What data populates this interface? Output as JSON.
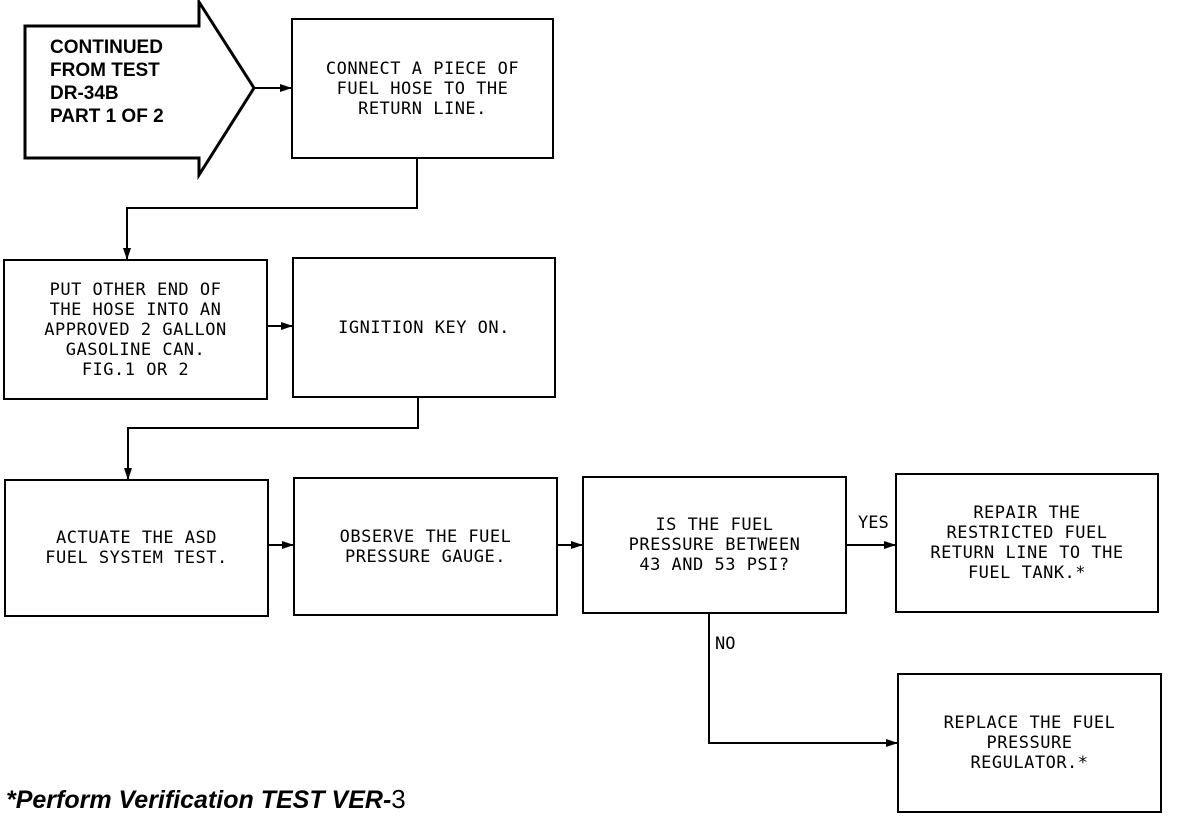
{
  "entry": {
    "text": "CONTINUED\nFROM TEST\nDR-34B\nPART 1 OF 2"
  },
  "steps": {
    "connect_hose": "CONNECT A PIECE OF\nFUEL HOSE TO THE\nRETURN LINE.",
    "put_other_end": "PUT OTHER END OF\nTHE HOSE INTO AN\nAPPROVED 2 GALLON\nGASOLINE CAN.\nFIG.1 OR 2",
    "ignition_key": "IGNITION KEY ON.",
    "actuate_asd": "ACTUATE THE ASD\nFUEL SYSTEM TEST.",
    "observe_gauge": "OBSERVE THE FUEL\nPRESSURE GAUGE.",
    "question": "IS THE FUEL\nPRESSURE BETWEEN\n43 AND 53 PSI?",
    "repair_line": "REPAIR THE\nRESTRICTED FUEL\nRETURN LINE TO THE\nFUEL TANK.*",
    "replace_regulator": "REPLACE THE FUEL\nPRESSURE\nREGULATOR.*"
  },
  "branches": {
    "yes": "YES",
    "no": "NO"
  },
  "footnote": {
    "text": "*Perform Verification TEST VER-",
    "number": "3"
  }
}
